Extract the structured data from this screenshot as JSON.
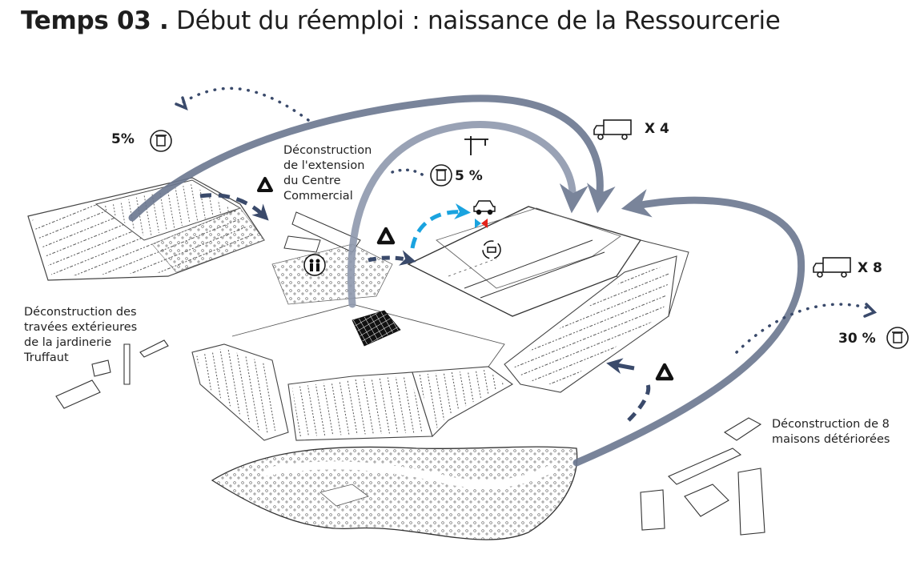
{
  "title": {
    "number": "Temps 03 .",
    "subtitle": "Début du réemploi : naissance de la Ressourcerie"
  },
  "labels": {
    "extension": [
      "Déconstruction",
      "de l'extension",
      "du Centre",
      "Commercial"
    ],
    "travees": [
      "Déconstruction des",
      "travées extérieures",
      "de la jardinerie",
      "Truffaut"
    ],
    "maisons": [
      "Déconstruction de 8",
      "maisons détériorées"
    ]
  },
  "waste": {
    "left": "5%",
    "middle": "5 %",
    "right": "30 %"
  },
  "trucks": {
    "top": "X 4",
    "right": "X 8"
  },
  "colors": {
    "flow_arrow": "#6b7790",
    "flow_arrow_light": "#8e98ad",
    "dark_arrow": "#3a4a6b",
    "cyan_arrow": "#1aa3df",
    "sketch": "#555555"
  },
  "icons": [
    "trash-bin-icon",
    "truck-icon",
    "recycle-icon",
    "crane-icon",
    "car-icon",
    "people-icon",
    "carrefour-logo-icon",
    "rotation-icon"
  ]
}
